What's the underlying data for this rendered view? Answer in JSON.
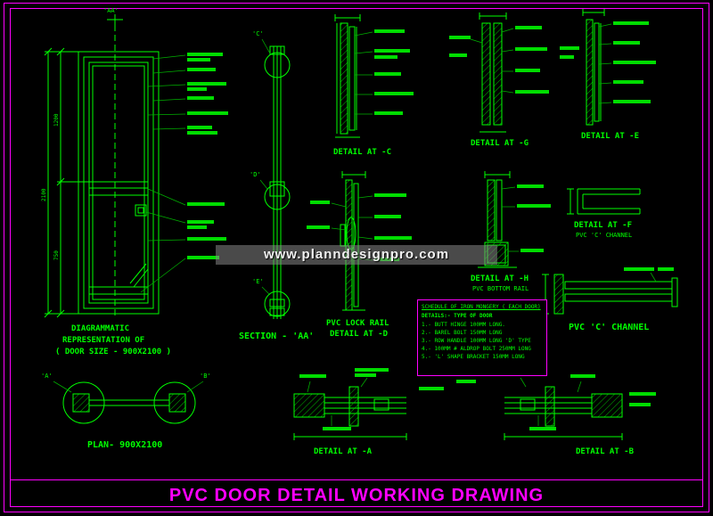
{
  "watermark": "www.planndesignpro.com",
  "title": "PVC DOOR DETAIL WORKING DRAWING",
  "labels": {
    "aa_marker": "'AA'",
    "diagrammatic_1": "DIAGRAMMATIC",
    "diagrammatic_2": "REPRESENTATION OF",
    "diagrammatic_3": "( DOOR SIZE - 900X2100 )",
    "section_aa": "SECTION - 'AA'",
    "marker_c": "'C'",
    "marker_d": "'D'",
    "marker_e": "'E'",
    "marker_a": "'A'",
    "marker_b": "'B'",
    "detail_c": "DETAIL AT -C",
    "detail_g": "DETAIL AT -G",
    "detail_e": "DETAIL AT -E",
    "lock_rail_line1": "PVC LOCK RAIL",
    "lock_rail_line2": "DETAIL AT -D",
    "detail_h": "DETAIL AT -H",
    "bottom_rail": "PVC BOTTOM RAIL",
    "detail_f": "DETAIL AT -F",
    "c_channel_small": "PVC 'C' CHANNEL",
    "c_channel_big": "PVC 'C' CHANNEL",
    "plan": "PLAN- 900X2100",
    "detail_a": "DETAIL AT -A",
    "detail_b": "DETAIL AT -B"
  },
  "dimensions": {
    "overall_height": "2100",
    "upper_panel": "1200",
    "lower_panel": "750"
  },
  "schedule": {
    "title": "SCHEDULE OF IRON MONGERY ( EACH DOOR)",
    "subtitle": "DETAILS:- TYPE OF DOOR",
    "items": [
      "1.- BUTT HINGE 100MM LONG.",
      "2.- BAREL BOLT 150MM LONG",
      "3.- ROW HANDLE 100MM LONG 'D' TYPE",
      "4.- 100MM # ALDROP BOLT 250MM LONG",
      "5.- 'L' SHAPE BRACKET 150MM LONG"
    ]
  },
  "colors": {
    "line": "#00ff00",
    "accent": "#ff00ff",
    "background": "#000000",
    "watermark_band": "#878787"
  }
}
